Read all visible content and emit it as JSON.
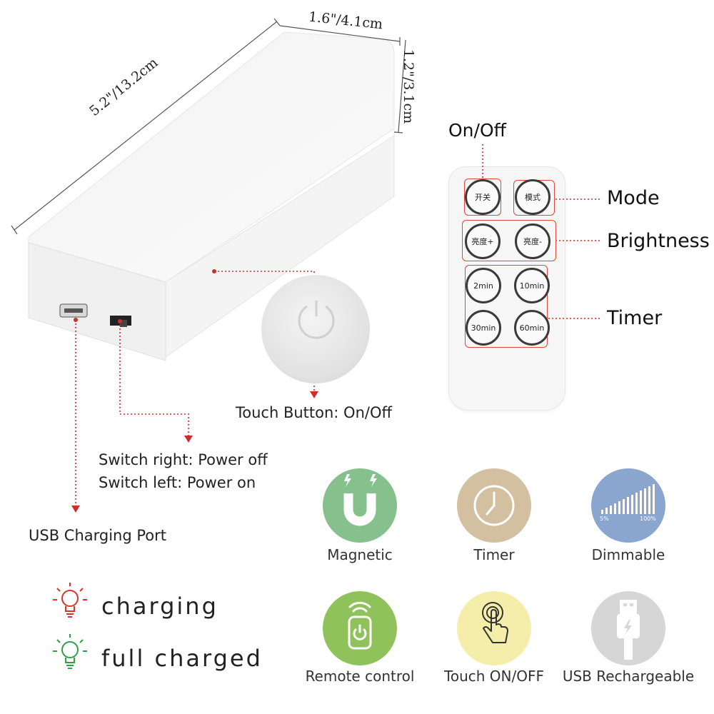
{
  "dimensions": {
    "width": "1.6\"/4.1cm",
    "height": "1.2\"/3.1cm",
    "length": "5.2\"/13.2cm"
  },
  "callouts": {
    "touch_button": "Touch Button: On/Off",
    "switch_right": "Switch right: Power off",
    "switch_left": "Switch left: Power on",
    "usb_port": "USB Charging Port"
  },
  "remote": {
    "labels": {
      "on_off": "On/Off",
      "mode": "Mode",
      "brightness": "Brightness",
      "timer": "Timer"
    },
    "buttons": {
      "power": "开关",
      "mode": "模式",
      "bright_up": "亮度+",
      "bright_down": "亮度-",
      "t2": "2min",
      "t10": "10min",
      "t30": "30min",
      "t60": "60min"
    }
  },
  "indicators": {
    "charging": "charging",
    "full": "full charged",
    "charging_color": "#d9342b",
    "full_color": "#2f9e44"
  },
  "features": [
    {
      "label": "Magnetic",
      "color": "#86c08d",
      "icon": "magnet-icon"
    },
    {
      "label": "Timer",
      "color": "#d2c0a0",
      "icon": "clock-icon"
    },
    {
      "label": "Dimmable",
      "color": "#8aa6cf",
      "icon": "brightness-bars-icon",
      "min": "5%",
      "max": "100%"
    },
    {
      "label": "Remote control",
      "color": "#8fc25a",
      "icon": "remote-icon"
    },
    {
      "label": "Touch ON/OFF",
      "color": "#f5eeaa",
      "icon": "touch-hand-icon"
    },
    {
      "label": "USB Rechargeable",
      "color": "#d6d6d6",
      "icon": "usb-plug-icon"
    }
  ]
}
